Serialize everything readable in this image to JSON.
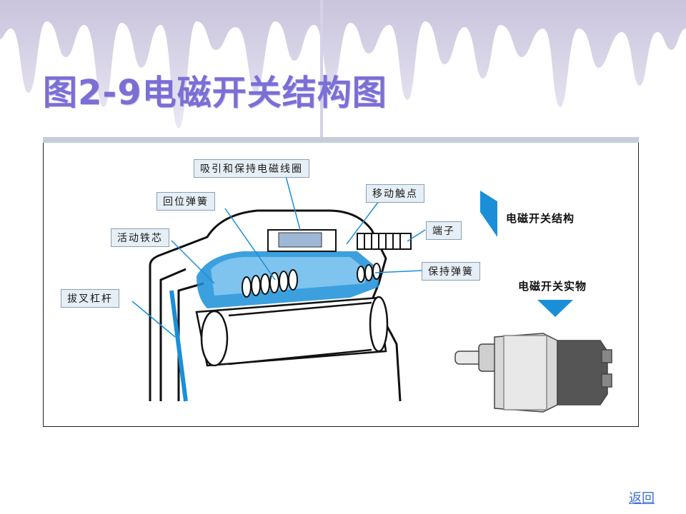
{
  "slide": {
    "title": "图2-9电磁开关结构图"
  },
  "diagram": {
    "callouts": {
      "hold_coil": "吸引和保持电磁线圈",
      "return_spring": "回位弹簧",
      "moving_contact": "移动触点",
      "plunger": "活动铁芯",
      "terminal": "端子",
      "holding_spring": "保持弹簧",
      "fork_lever": "拔叉杠杆"
    },
    "structure_label": "电磁开关结构",
    "photo_label": "电磁开关实物"
  },
  "nav": {
    "back": "返回"
  },
  "colors": {
    "title": "#7b6fd6",
    "accent_blue": "#1a8fd8",
    "drip": "#d9d6ea"
  }
}
